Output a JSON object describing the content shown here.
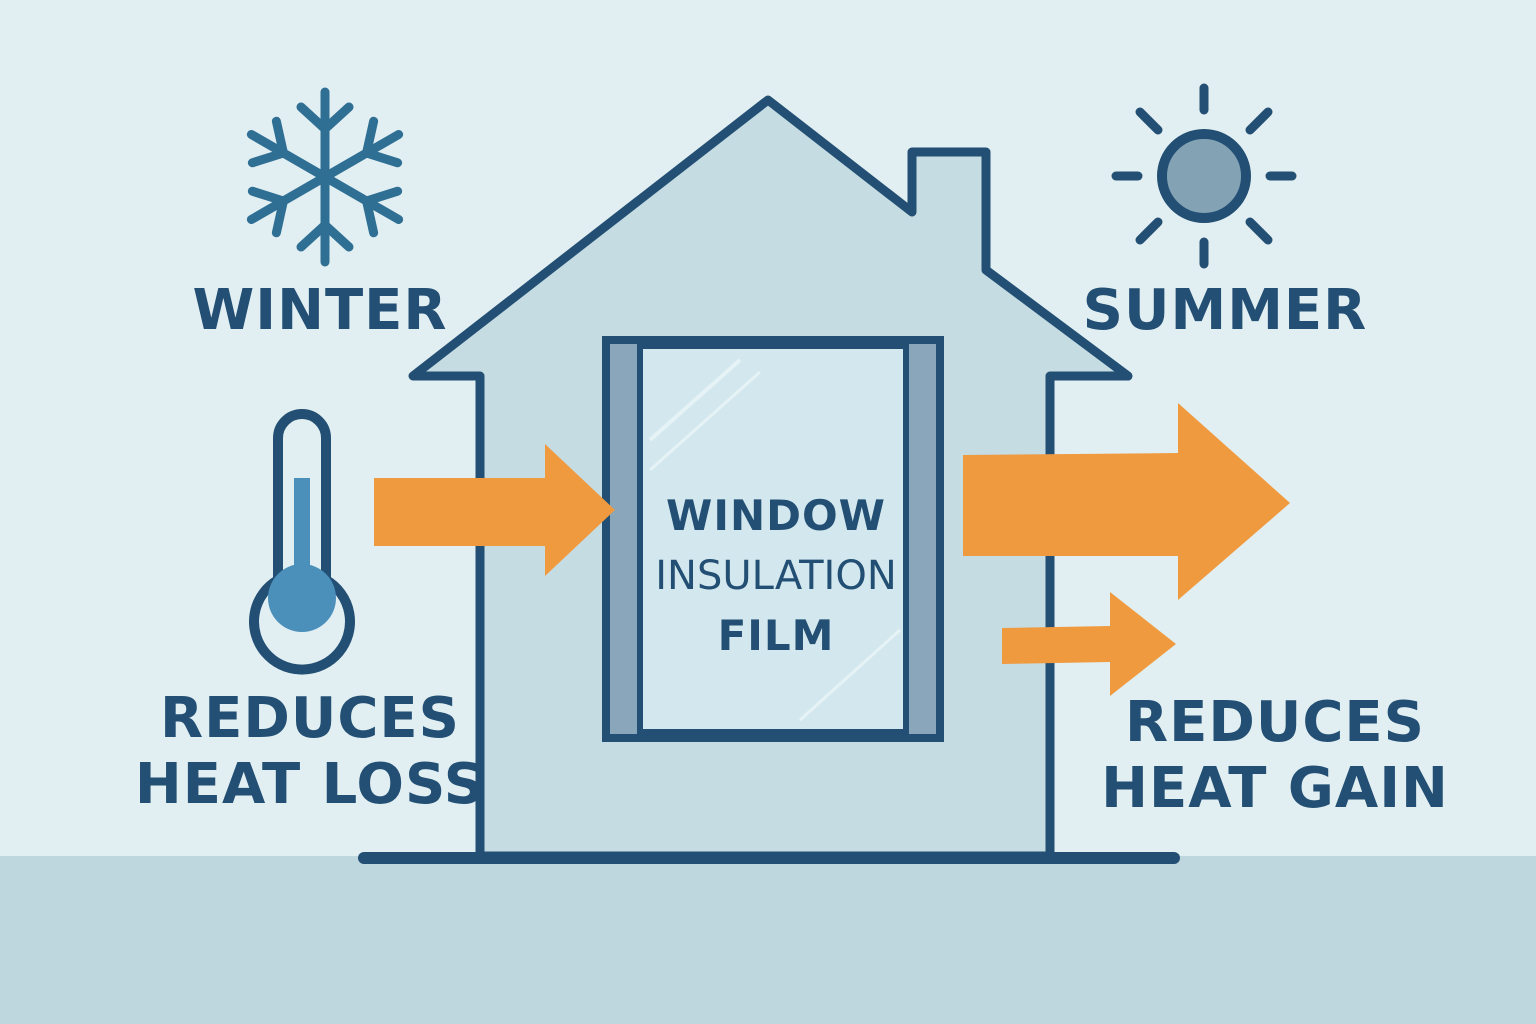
{
  "colors": {
    "background": "#e2eff2",
    "ground": "#bed7de",
    "outline": "#224f73",
    "house_fill": "#c5dce3",
    "window_glass": "#d3e8ee",
    "window_frame": "#8aa6ba",
    "arrow": "#f09a40",
    "snowflake": "#2f6f94",
    "thermometer_fill": "#4b8fbb",
    "sun_core": "#83a3b4"
  },
  "icons": {
    "winter": "snowflake-icon",
    "summer": "sun-icon",
    "temperature": "thermometer-icon"
  },
  "winter": {
    "label": "WINTER"
  },
  "summer": {
    "label": "SUMMER"
  },
  "left_caption": {
    "line1": "REDUCES",
    "line2": "HEAT LOSS"
  },
  "right_caption": {
    "line1": "REDUCES",
    "line2": "HEAT GAIN"
  },
  "window": {
    "line1": "WINDOW",
    "line2": "INSULATION",
    "line3": "FILM"
  }
}
